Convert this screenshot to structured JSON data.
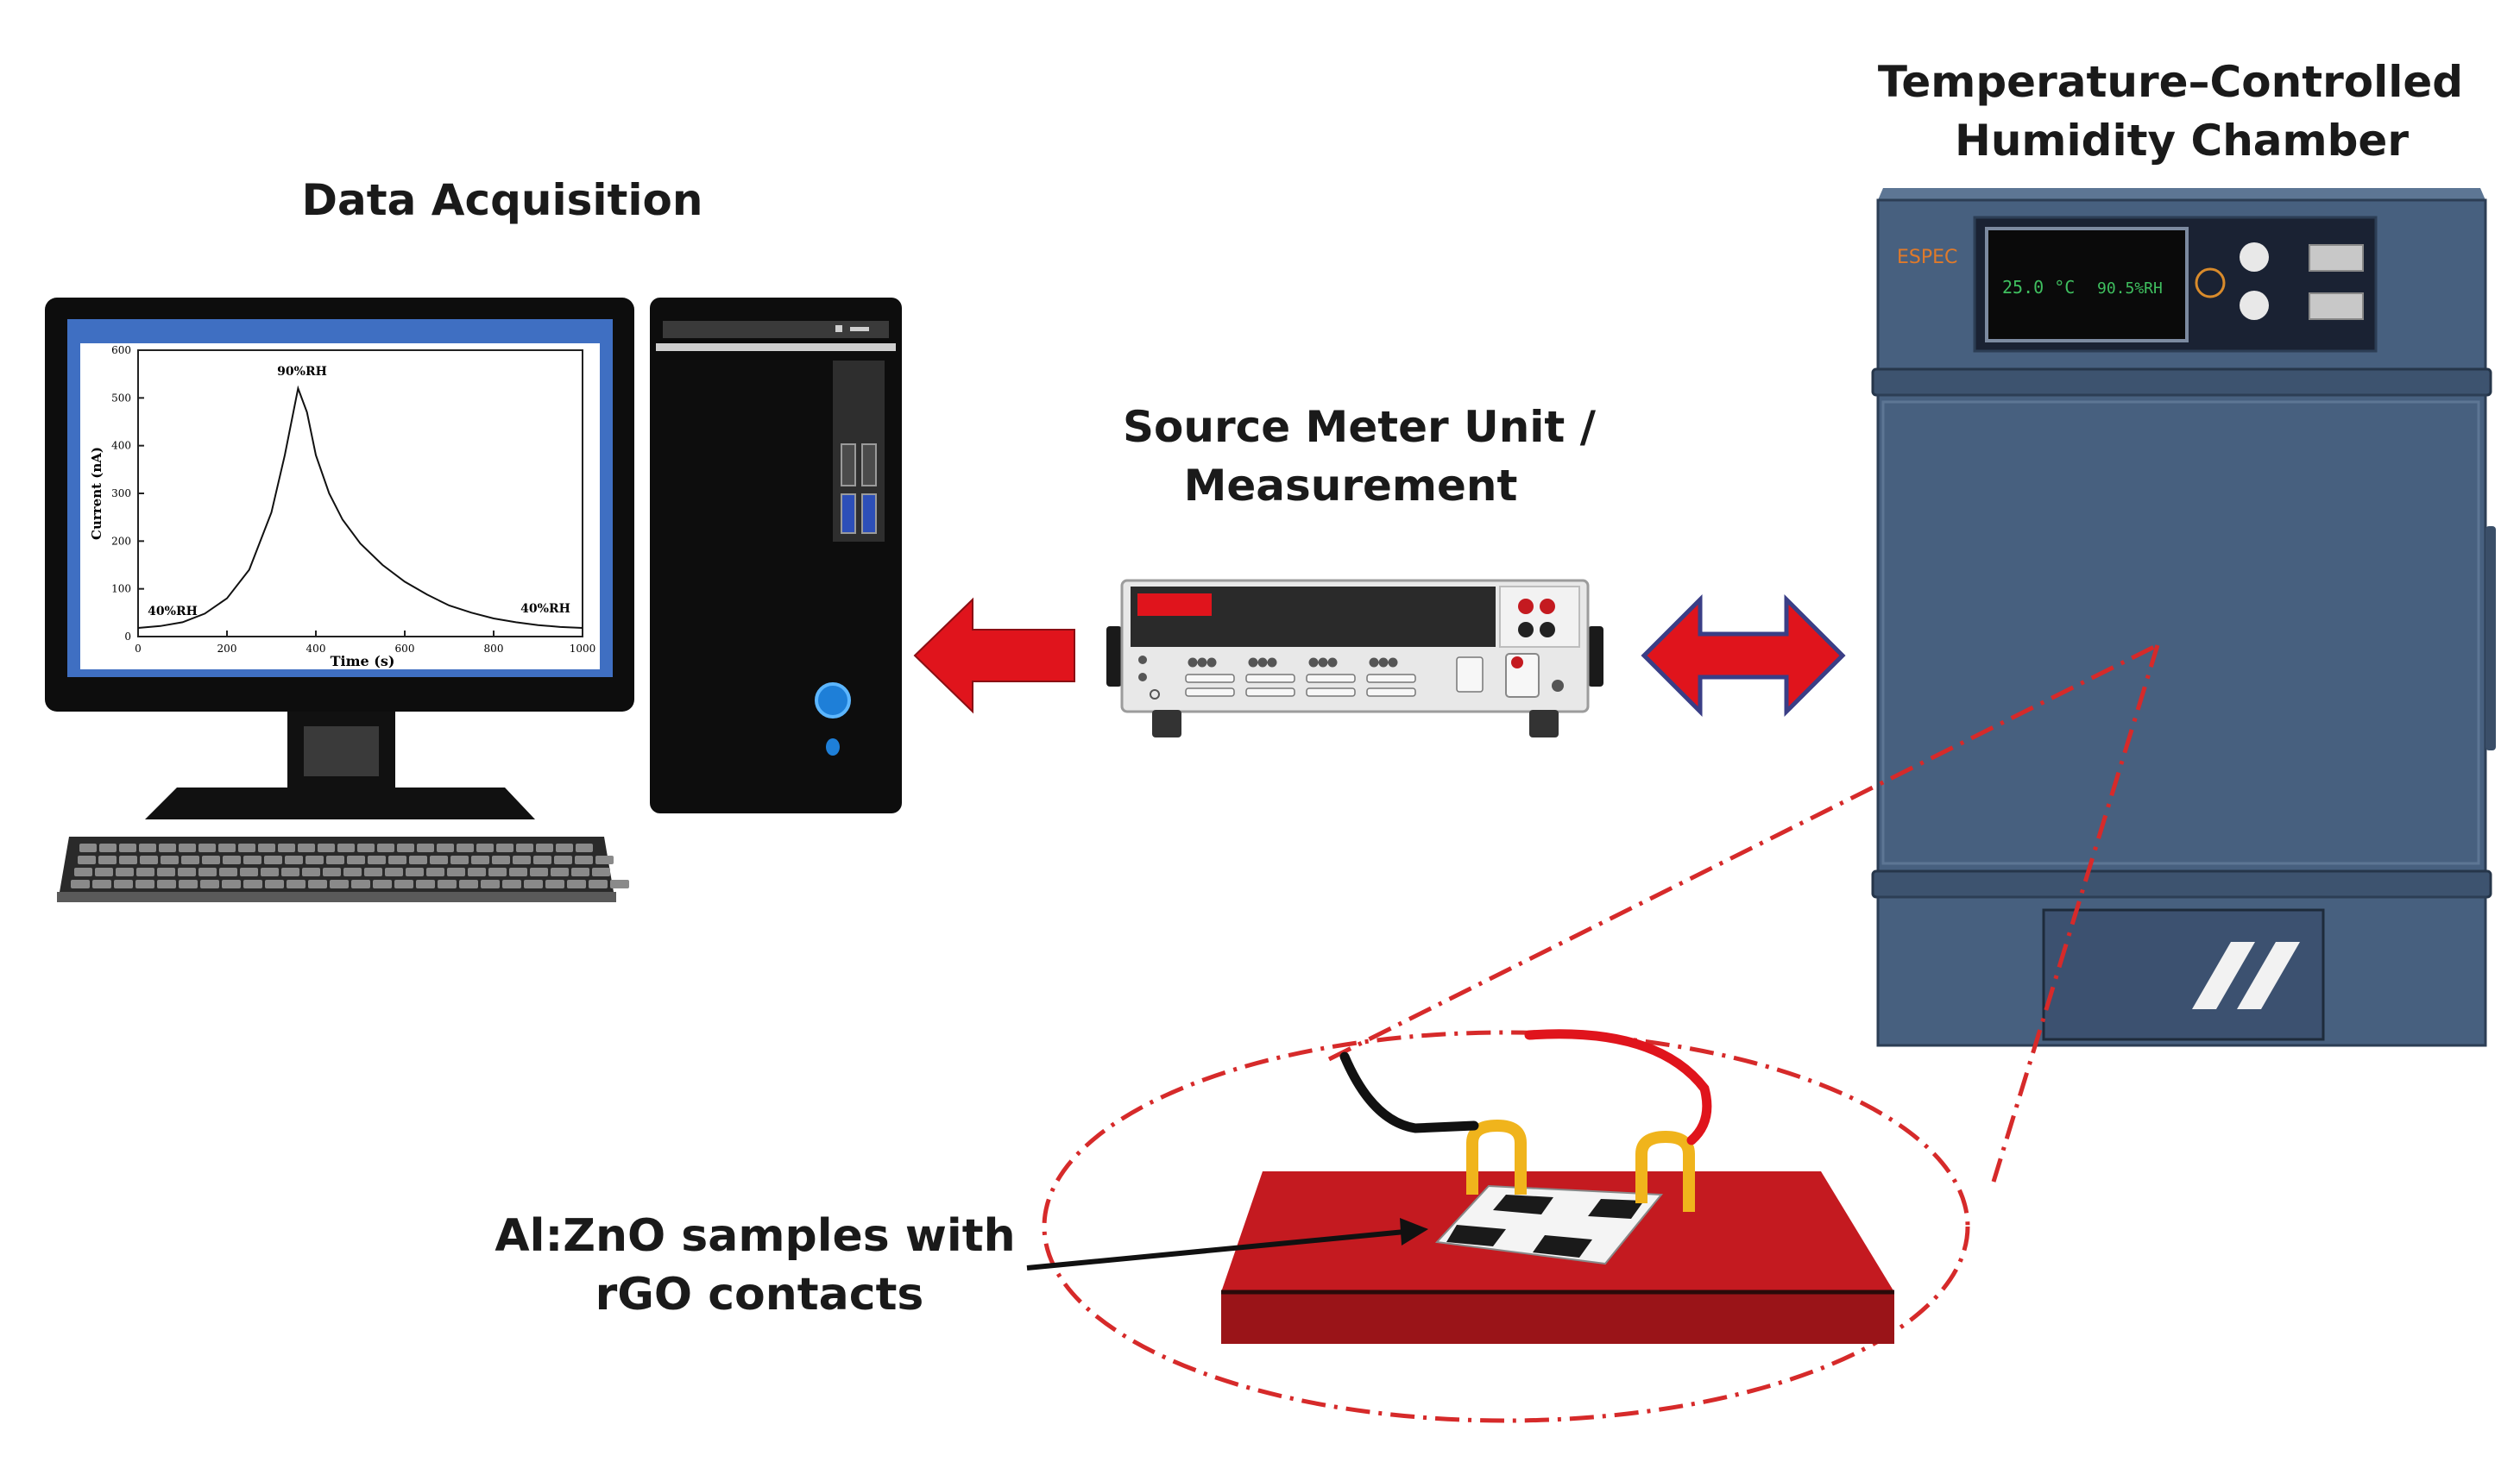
{
  "labels": {
    "data_acquisition": "Data Acquisition",
    "source_meter_line1": "Source Meter Unit /",
    "source_meter_line2": "Measurement",
    "chamber_line1": "Temperature–Controlled",
    "chamber_line2": "Humidity Chamber",
    "sample_line1": "Al:ZnO samples with",
    "sample_line2": "rGO contacts"
  },
  "chamber_display": {
    "brand": "ESPEC",
    "temperature": "25.0 °C",
    "humidity": "90.5%RH"
  },
  "colors": {
    "arrow_red": "#e0141c",
    "sample_red": "#c41a20",
    "chamber_blue": "#47607f",
    "screen_frame": "#3f6fc2",
    "lcd_green": "#3fbf5f",
    "dash_red": "#d62a2a"
  },
  "chart_data": {
    "type": "line",
    "xlabel": "Time (s)",
    "ylabel": "Current (nA)",
    "xlim": [
      0,
      1000
    ],
    "ylim": [
      0,
      600
    ],
    "xticks": [
      0,
      200,
      400,
      600,
      800,
      1000
    ],
    "yticks": [
      0,
      100,
      200,
      300,
      400,
      500,
      600
    ],
    "annotations": [
      "90%RH",
      "40%RH",
      "40%RH"
    ],
    "series": [
      {
        "x": [
          0,
          50,
          100,
          150,
          200,
          250,
          300,
          330,
          360,
          380,
          400,
          430,
          460,
          500,
          550,
          600,
          650,
          700,
          750,
          800,
          850,
          900,
          950,
          1000
        ],
        "y": [
          18,
          22,
          30,
          48,
          80,
          140,
          260,
          380,
          520,
          470,
          380,
          300,
          245,
          195,
          150,
          115,
          88,
          65,
          50,
          38,
          30,
          24,
          20,
          18
        ]
      }
    ]
  }
}
